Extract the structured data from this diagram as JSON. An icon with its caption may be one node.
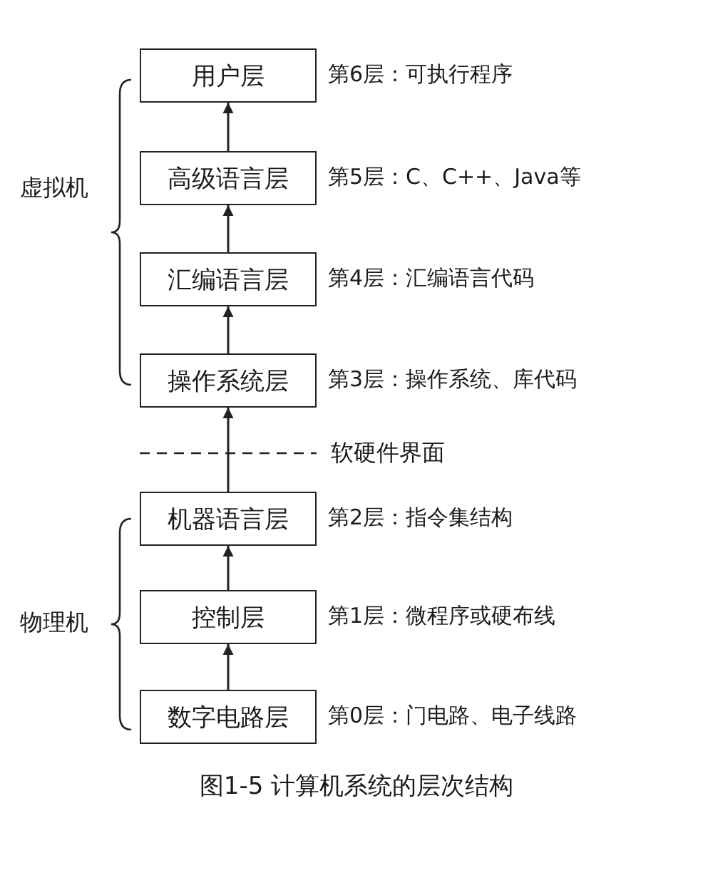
{
  "diagram": {
    "caption": "图1-5 计算机系统的层次结构",
    "nodes": [
      {
        "text": [
          "用户层"
        ],
        "beside": [
          "第6层：可执行程序"
        ]
      },
      {
        "text": [
          "高级语言层"
        ],
        "beside": [
          "第5层：C、C++、Java等"
        ]
      },
      {
        "text": [
          "汇编语言层"
        ],
        "beside": [
          "第4层：汇编语言代码"
        ]
      },
      {
        "text": [
          "操作系统层"
        ],
        "beside": [
          "第3层：操作系统、库代码"
        ]
      },
      {
        "text": [
          "机器语言层"
        ],
        "beside": [
          "第2层：指令集结构"
        ]
      },
      {
        "text": [
          "控制层"
        ],
        "beside": [
          "第1层：微程序或硬布线"
        ]
      },
      {
        "text": [
          "数字电路层"
        ],
        "beside": [
          "第0层：门电路、电子线路"
        ]
      }
    ],
    "edges": [
      {
        "from": 6,
        "to": 5,
        "arrow": "to"
      },
      {
        "from": 5,
        "to": 4,
        "arrow": "to"
      },
      {
        "from": 4,
        "to": 3,
        "arrow": "to"
      },
      {
        "from": 3,
        "to": 2,
        "arrow": "to"
      },
      {
        "from": 2,
        "to": 1,
        "arrow": "to"
      },
      {
        "from": 1,
        "to": 0,
        "arrow": "to"
      }
    ],
    "labels": [
      "虚拟机",
      "软硬件界面",
      "物理机"
    ]
  }
}
